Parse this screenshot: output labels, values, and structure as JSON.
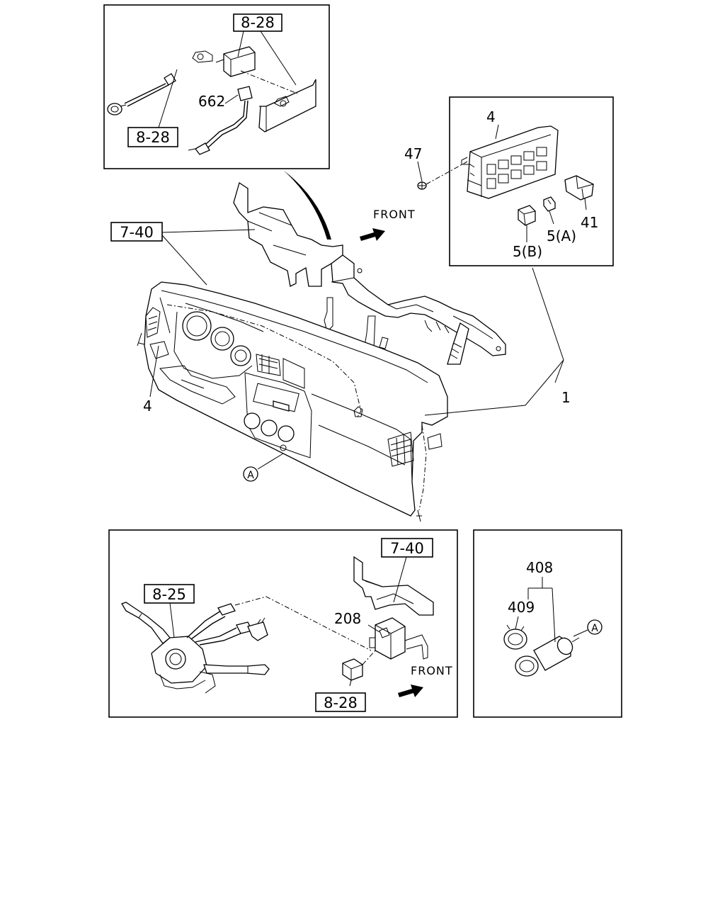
{
  "labels": {
    "ref_8_28_top": "8-28",
    "ref_8_28_left": "8-28",
    "part_662": "662",
    "part_4_module": "4",
    "part_47": "47",
    "part_41": "41",
    "part_5a": "5(A)",
    "part_5b": "5(B)",
    "front_top": "FRONT",
    "ref_7_40_main": "7-40",
    "part_4_left": "4",
    "part_1": "1",
    "marker_a_main": "A",
    "ref_7_40_inset": "7-40",
    "ref_8_25": "8-25",
    "part_208": "208",
    "front_bottom": "FRONT",
    "ref_8_28_bottom": "8-28",
    "part_408": "408",
    "part_409": "409",
    "marker_a_inset": "A"
  }
}
